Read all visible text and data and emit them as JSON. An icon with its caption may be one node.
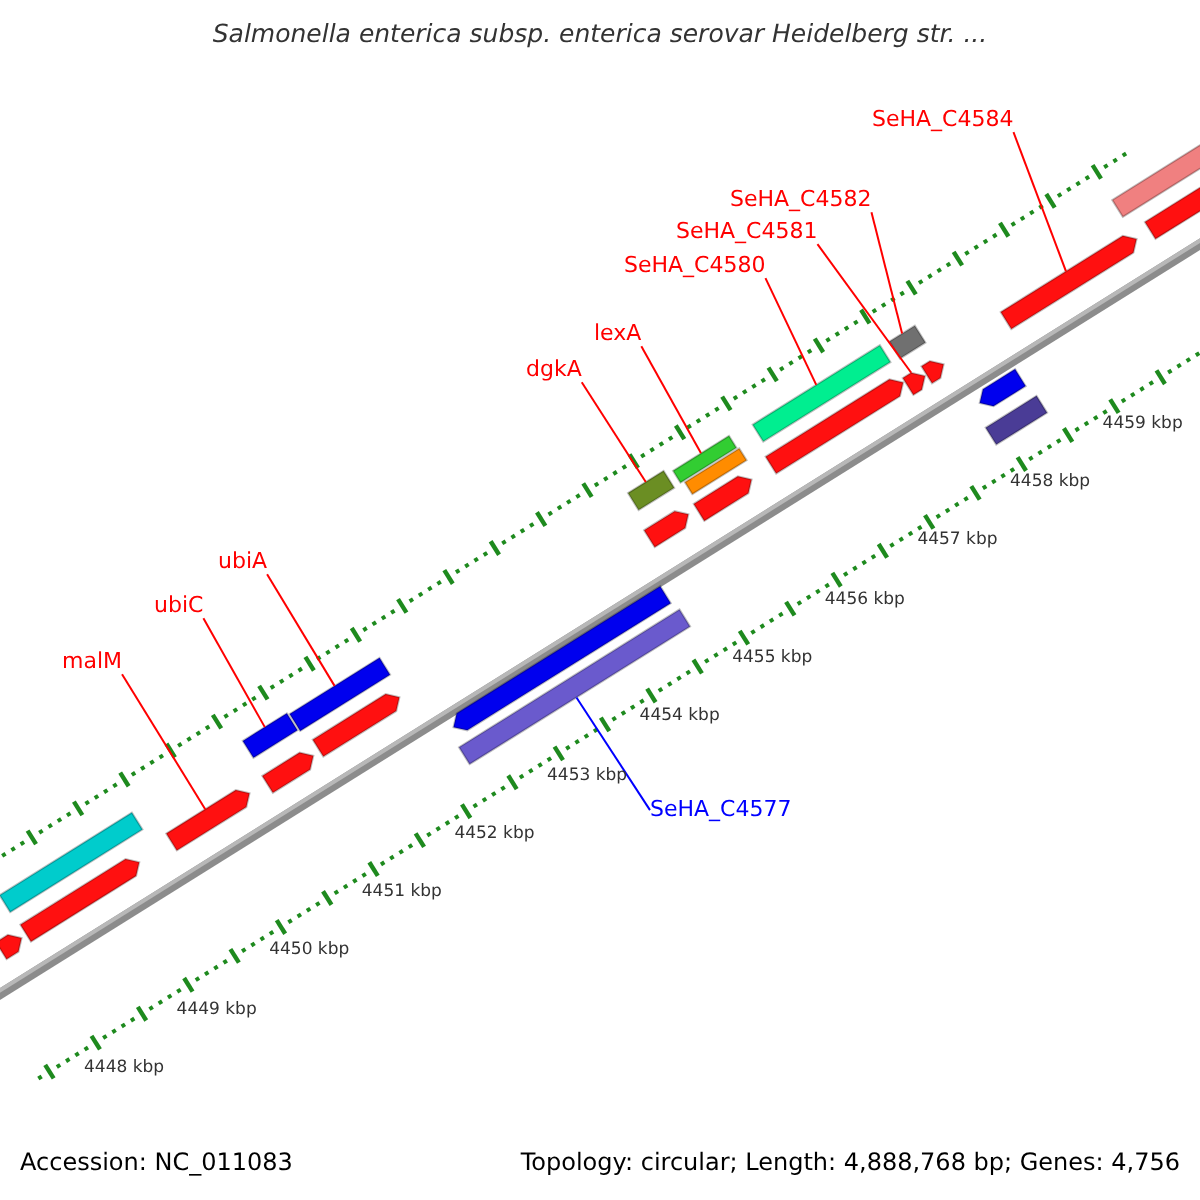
{
  "diagram": {
    "title": "Salmonella enterica subsp. enterica serovar Heidelberg str. ...",
    "nodes": [
      {
        "text": [
          "SeHA_C4584"
        ]
      },
      {
        "text": [
          "SeHA_C4582"
        ]
      },
      {
        "text": [
          "SeHA_C4581"
        ]
      },
      {
        "text": [
          "SeHA_C4580"
        ]
      },
      {
        "text": [
          "lexA"
        ]
      },
      {
        "text": [
          "dgkA"
        ]
      },
      {
        "text": [
          "ubiA"
        ]
      },
      {
        "text": [
          "ubiC"
        ]
      },
      {
        "text": [
          "malM"
        ]
      },
      {
        "text": [
          "SeHA_C4577"
        ]
      },
      {
        "text": [],
        "shape": "arrow"
      },
      {
        "text": [],
        "shape": "bar"
      },
      {
        "text": [],
        "shape": "bar"
      },
      {
        "text": [],
        "shape": "bar"
      },
      {
        "text": [],
        "shape": "bar"
      },
      {
        "text": [],
        "shape": "bar"
      },
      {
        "text": [],
        "shape": "bar"
      },
      {
        "text": [],
        "shape": "bar"
      },
      {
        "text": [],
        "shape": "arrow"
      },
      {
        "text": [],
        "shape": "arrow"
      },
      {
        "text": [],
        "shape": "bar"
      },
      {
        "text": [],
        "shape": "arrow"
      },
      {
        "text": [],
        "shape": "arrow"
      },
      {
        "text": [],
        "shape": "arrow"
      },
      {
        "text": [],
        "shape": "arrow"
      },
      {
        "text": [],
        "shape": "arrow"
      },
      {
        "text": [],
        "shape": "arrow"
      },
      {
        "text": [],
        "shape": "bar"
      },
      {
        "text": [],
        "shape": "arrow"
      },
      {
        "text": [],
        "shape": "arrow"
      },
      {
        "text": [],
        "shape": "arrow"
      },
      {
        "text": [],
        "shape": "arrow"
      },
      {
        "text": [],
        "shape": "bar"
      },
      {
        "text": [],
        "shape": "bar"
      },
      {
        "text": [],
        "shape": "arrow"
      }
    ],
    "edges": [
      {
        "from": 0,
        "to": 19,
        "arrow": "none"
      },
      {
        "from": 1,
        "to": 17,
        "arrow": "none"
      },
      {
        "from": 2,
        "to": 18,
        "arrow": "none"
      },
      {
        "from": 3,
        "to": 16,
        "arrow": "none"
      },
      {
        "from": 4,
        "to": 15,
        "arrow": "none"
      },
      {
        "from": 5,
        "to": 14,
        "arrow": "none"
      },
      {
        "from": 6,
        "to": 12,
        "arrow": "none"
      },
      {
        "from": 7,
        "to": 11,
        "arrow": "none"
      },
      {
        "from": 8,
        "to": 10,
        "arrow": "none"
      },
      {
        "from": 9,
        "to": 13,
        "arrow": "none",
        "color": "#0000ff"
      }
    ],
    "labels": [
      "4448 kbp",
      "4449 kbp",
      "4450 kbp",
      "4451 kbp",
      "4452 kbp",
      "4453 kbp",
      "4454 kbp",
      "4455 kbp",
      "4456 kbp",
      "4457 kbp",
      "4458 kbp",
      "4459 kbp",
      "Accession: NC_011083",
      "Topology: circular; Length: 4,888,768 bp; Genes: 4,756"
    ]
  }
}
